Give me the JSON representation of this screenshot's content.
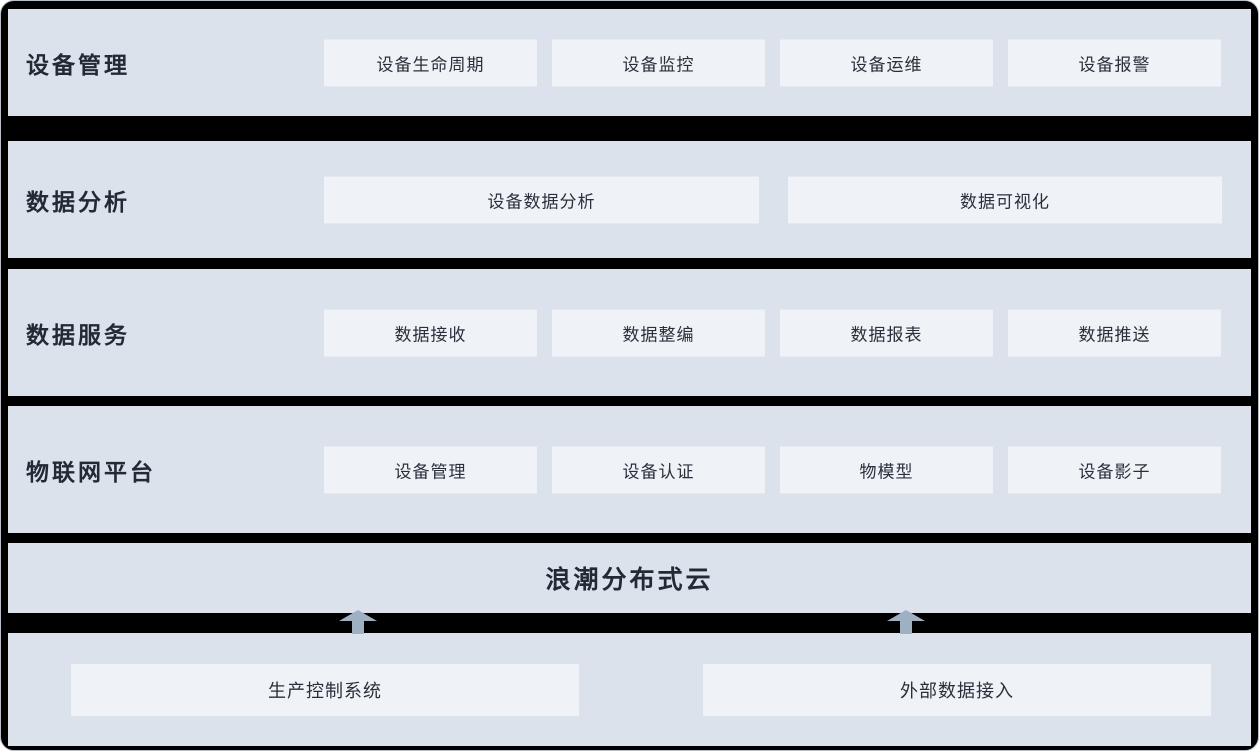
{
  "rows": [
    {
      "label": "设备管理",
      "boxes": [
        "设备生命周期",
        "设备监控",
        "设备运维",
        "设备报警"
      ]
    },
    {
      "label": "数据分析",
      "boxes": [
        "设备数据分析",
        "数据可视化"
      ]
    },
    {
      "label": "数据服务",
      "boxes": [
        "数据接收",
        "数据整编",
        "数据报表",
        "数据推送"
      ]
    },
    {
      "label": "物联网平台",
      "boxes": [
        "设备管理",
        "设备认证",
        "物模型",
        "设备影子"
      ]
    }
  ],
  "cloud_band": {
    "label": "浪潮分布式云"
  },
  "sources": {
    "boxes": [
      "生产控制系统",
      "外部数据接入"
    ]
  },
  "icons": {
    "up_arrow": "up-arrow"
  },
  "colors": {
    "background": "#000000",
    "layer_bg": "#dbe2ec",
    "box_bg": "#eff2f7",
    "text": "#232a35",
    "arrow": "#9fb0c3"
  }
}
